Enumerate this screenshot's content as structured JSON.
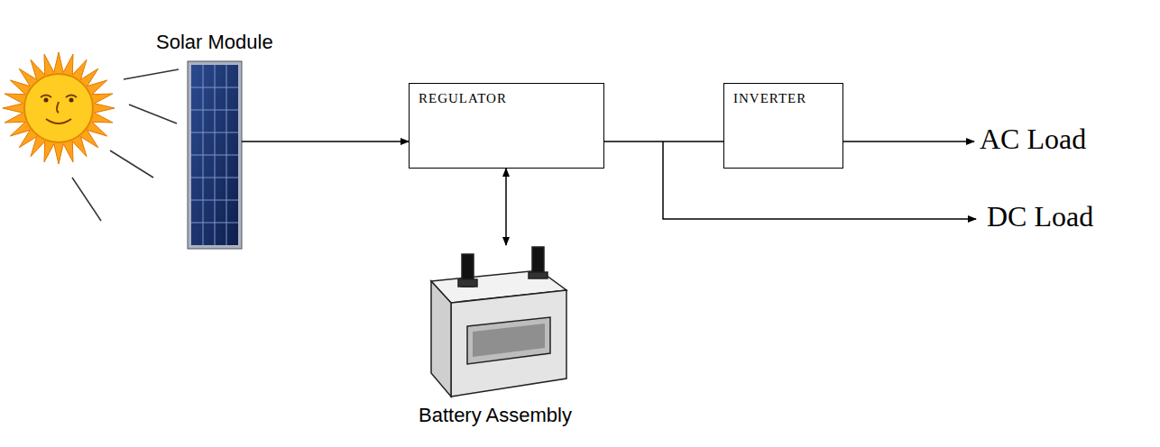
{
  "diagram": {
    "nodes": [
      {
        "text": [
          "Solar Module"
        ]
      },
      {
        "text": [
          "REGULATOR"
        ]
      },
      {
        "text": [
          "INVERTER"
        ]
      },
      {
        "text": [
          "Battery Assembly"
        ]
      }
    ],
    "edges": [
      {
        "from": 0,
        "to": 1,
        "arrow": "to"
      },
      {
        "from": 1,
        "to": 2,
        "arrow": "none"
      },
      {
        "from": 1,
        "to": 3,
        "arrow": "both"
      }
    ],
    "labels": [
      "AC Load",
      "DC Load"
    ]
  }
}
